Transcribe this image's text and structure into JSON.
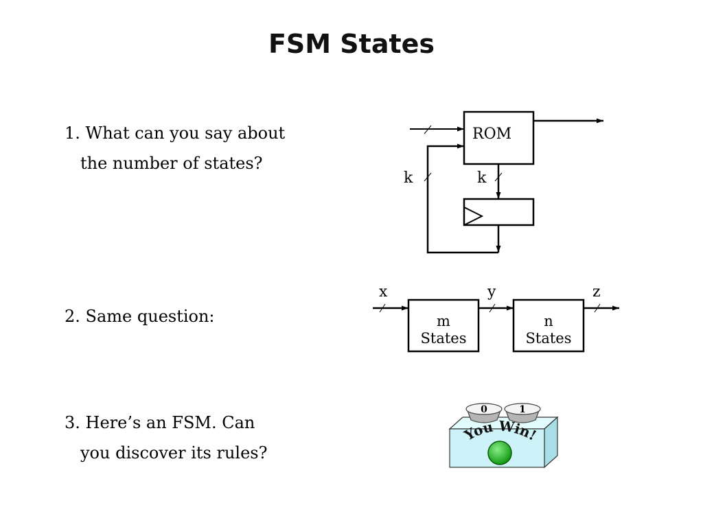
{
  "slide": {
    "title": "FSM States",
    "q1": {
      "line1": "1.  What can you say about",
      "line2": "the number of states?"
    },
    "q2": {
      "line1": "2.  Same question:"
    },
    "q3": {
      "line1": "3. Here’s an FSM.  Can",
      "line2": "you discover its rules?"
    }
  },
  "diagram1": {
    "rom_label": "ROM",
    "k_left": "k",
    "k_right": "k"
  },
  "diagram2": {
    "x_label": "x",
    "y_label": "y",
    "z_label": "z",
    "box1_line1": "m",
    "box1_line2": "States",
    "box2_line1": "n",
    "box2_line2": "States"
  },
  "game": {
    "button0": "0",
    "button1": "1",
    "banner": "You Win!",
    "colors": {
      "box": "#cdf3f8",
      "light": "#22bb22"
    }
  }
}
